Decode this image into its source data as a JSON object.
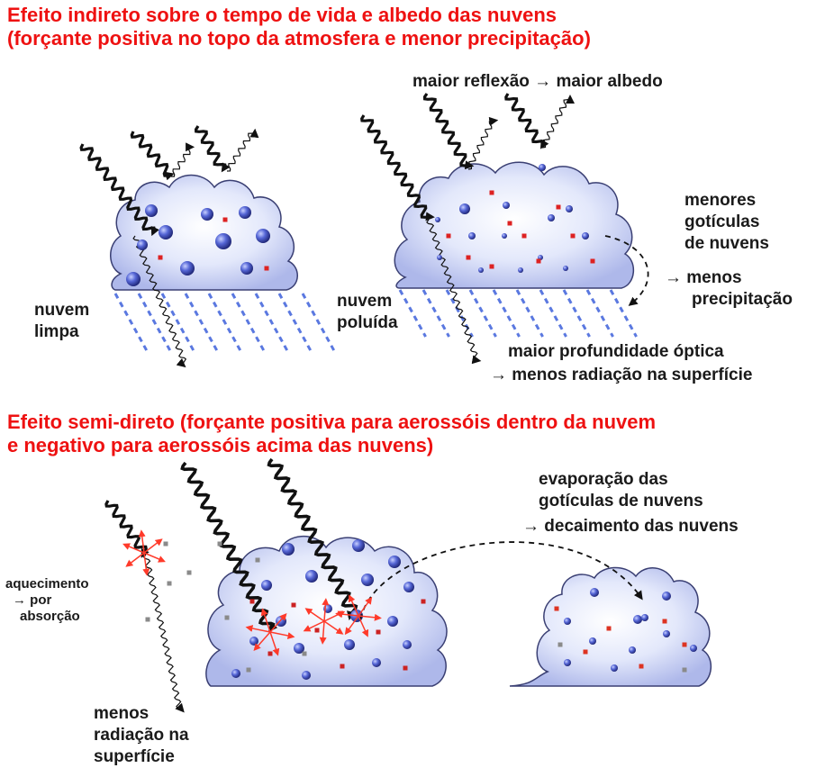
{
  "section1": {
    "title_line1": "Efeito indireto sobre o tempo de vida e albedo das nuvens",
    "title_line2": "(forçante positiva no topo da atmosfera e menor precipitação)",
    "labels": {
      "maior_reflexao": "maior reflexão → maior albedo",
      "menores_line1": "menores",
      "menores_line2": "gotículas",
      "menores_line3": "de nuvens",
      "menos_precip_line1": "→ menos",
      "menos_precip_line2": "precipitação",
      "nuvem_limpa_line1": "nuvem",
      "nuvem_limpa_line2": "limpa",
      "nuvem_poluida_line1": "nuvem",
      "nuvem_poluida_line2": "poluída",
      "profundidade_line1": "maior profundidade óptica",
      "profundidade_line2": "→ menos radiação na superfície"
    }
  },
  "section2": {
    "title_line1": "Efeito semi-direto (forçante positiva para aerossóis dentro da nuvem",
    "title_line2": "e negativo para aerossóis acima das nuvens)",
    "labels": {
      "evap_line1": "evaporação das",
      "evap_line2": "gotículas de nuvens",
      "evap_line3": "→ decaimento das nuvens",
      "aquec_line1": "aquecimento",
      "aquec_line2": "→ por",
      "aquec_line3": "absorção",
      "menos_rad_line1": "menos",
      "menos_rad_line2": "radiação na",
      "menos_rad_line3": "superfície"
    }
  },
  "colors": {
    "title": "#ee1111",
    "cloud_fill": "#d6ddf8",
    "cloud_edge": "#3a3f73",
    "droplet": "#4656c8",
    "rain": "#5a78e0",
    "aerosol_red": "#dd2222",
    "aerosol_gray": "#888888",
    "arrows_red": "#ff3a2a"
  }
}
